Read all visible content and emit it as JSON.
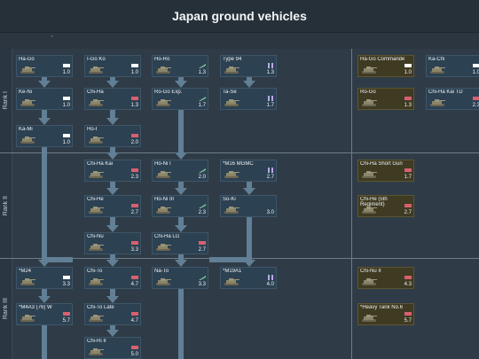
{
  "title": "Japan ground vehicles",
  "subbar_mark": "'",
  "ranks": [
    "Rank I",
    "Rank II",
    "Rank III"
  ],
  "colors": {
    "light": "#ffffff",
    "medium": "#d86070",
    "heavy": "#b8a8e8",
    "spaa": "#7cc090",
    "td": "#d0d0d0"
  },
  "vehicles": [
    {
      "name": "Ha-Go",
      "br": "1.0",
      "cls": "light-icon",
      "prem": false
    },
    {
      "name": "I-Go Ko",
      "br": "1.0",
      "cls": "light-icon",
      "prem": false
    },
    {
      "name": "Ho-Ro",
      "br": "1.3",
      "cls": "spaa-icon",
      "prem": false
    },
    {
      "name": "Type 94",
      "br": "1.3",
      "cls": "heavy-icon",
      "prem": false
    },
    {
      "name": "Ha-Go Commander",
      "br": "1.0",
      "cls": "light-icon",
      "prem": true
    },
    {
      "name": "Ka-Chi",
      "br": "1.0",
      "cls": "light-icon",
      "prem": false
    },
    {
      "name": "Ke-Ni",
      "br": "1.0",
      "cls": "light-icon",
      "prem": false
    },
    {
      "name": "Chi-Ha",
      "br": "1.3",
      "cls": "medium-icon",
      "prem": false
    },
    {
      "name": "Ro-Go Exp.",
      "br": "1.7",
      "cls": "spaa-icon",
      "prem": false
    },
    {
      "name": "Ta-Se",
      "br": "1.7",
      "cls": "heavy-icon",
      "prem": false
    },
    {
      "name": "Ro-Go",
      "br": "1.3",
      "cls": "medium-icon",
      "prem": true
    },
    {
      "name": "Chi-Ha Kai TD",
      "br": "2.3",
      "cls": "medium-icon",
      "prem": false
    },
    {
      "name": "Ka-Mi",
      "br": "1.0",
      "cls": "light-icon",
      "prem": false
    },
    {
      "name": "Ho-I",
      "br": "2.0",
      "cls": "medium-icon",
      "prem": false
    },
    {
      "name": "Chi-Ha Kai",
      "br": "2.3",
      "cls": "medium-icon",
      "prem": false
    },
    {
      "name": "Ho-Ni I",
      "br": "2.0",
      "cls": "spaa-icon",
      "prem": false
    },
    {
      "name": "*M16 MGMC",
      "br": "2.7",
      "cls": "heavy-icon",
      "prem": false
    },
    {
      "name": "Chi-Ha Short Gun",
      "br": "1.7",
      "cls": "medium-icon",
      "prem": true
    },
    {
      "name": "Chi-He",
      "br": "2.7",
      "cls": "medium-icon",
      "prem": false
    },
    {
      "name": "Ho-Ni III",
      "br": "2.3",
      "cls": "spaa-icon",
      "prem": false
    },
    {
      "name": "So-Ki",
      "br": "3.0",
      "cls": "none",
      "prem": false
    },
    {
      "name": "Chi-He (5th Regiment)",
      "br": "2.7",
      "cls": "medium-icon",
      "prem": true
    },
    {
      "name": "Chi-Nu",
      "br": "3.3",
      "cls": "medium-icon",
      "prem": false
    },
    {
      "name": "Chi-Ha LG",
      "br": "2.7",
      "cls": "medium-icon",
      "prem": false
    },
    {
      "name": "*M24",
      "br": "3.3",
      "cls": "light-icon",
      "prem": false
    },
    {
      "name": "Chi-To",
      "br": "4.7",
      "cls": "medium-icon",
      "prem": false
    },
    {
      "name": "Na-To",
      "br": "3.3",
      "cls": "spaa-icon",
      "prem": false
    },
    {
      "name": "*M19A1",
      "br": "4.0",
      "cls": "heavy-icon",
      "prem": false
    },
    {
      "name": "Chi-Nu II",
      "br": "4.3",
      "cls": "medium-icon",
      "prem": true
    },
    {
      "name": "*M4A3 (76) W",
      "br": "5.7",
      "cls": "medium-icon",
      "prem": false
    },
    {
      "name": "Chi-To Late",
      "br": "4.7",
      "cls": "medium-icon",
      "prem": false
    },
    {
      "name": "*Heavy Tank No.6",
      "br": "5.7",
      "cls": "medium-icon",
      "prem": true
    },
    {
      "name": "Chi-Ri II",
      "br": "5.0",
      "cls": "medium-icon",
      "prem": false
    }
  ]
}
